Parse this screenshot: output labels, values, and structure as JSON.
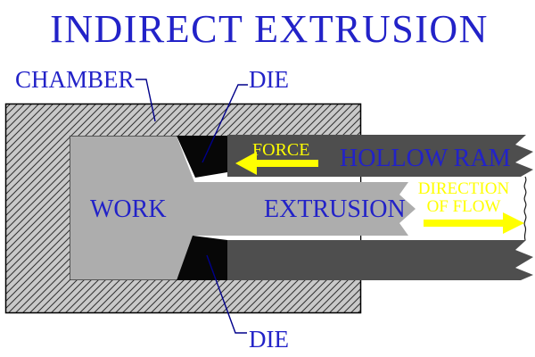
{
  "title": "INDIRECT EXTRUSION",
  "labels": {
    "chamber": "CHAMBER",
    "die_top": "DIE",
    "die_bottom": "DIE",
    "work": "WORK",
    "extrusion": "EXTRUSION",
    "hollow_ram": "HOLLOW RAM",
    "force": "FORCE",
    "direction_line1": "DIRECTION",
    "direction_line2": "OF FLOW"
  },
  "colors": {
    "background": "#FFFFFF",
    "label_blue": "#2222C8",
    "leader_navy": "#00008B",
    "annotation_yellow": "#FFFF00",
    "work_gray": "#ADADAD",
    "ram_gray": "#4E4E4E",
    "die_black": "#070707",
    "hatch_bg": "#C9C9C9",
    "hatch_line": "#303030",
    "outline_black": "#000000"
  }
}
